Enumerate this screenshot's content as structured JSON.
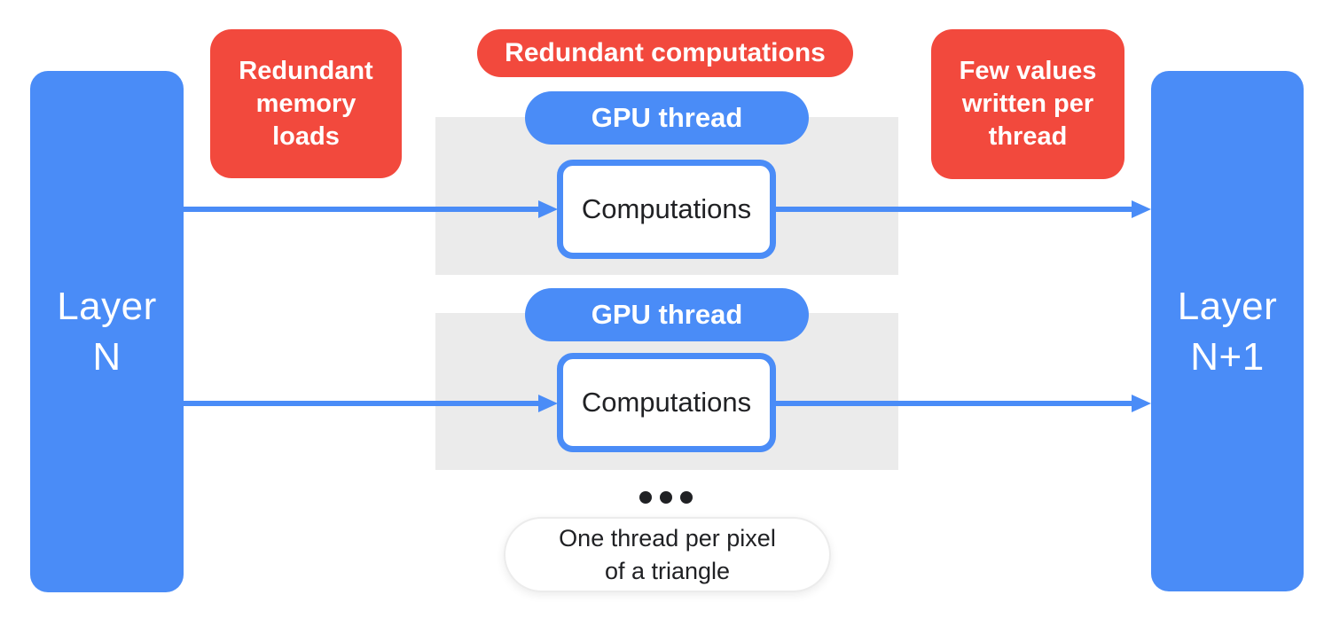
{
  "palette": {
    "blue": "#4A8CF7",
    "red": "#F2493D",
    "band_gray": "#EBEBEB",
    "text_dark": "#202124",
    "background": "#FFFFFF"
  },
  "layer_left": {
    "line1": "Layer",
    "line2": "N"
  },
  "layer_right": {
    "line1": "Layer",
    "line2": "N+1"
  },
  "callouts": {
    "memory": {
      "line1": "Redundant",
      "line2": "memory",
      "line3": "loads"
    },
    "compute": {
      "label": "Redundant computations"
    },
    "writes": {
      "line1": "Few values",
      "line2": "written per",
      "line3": "thread"
    }
  },
  "threads": [
    {
      "pill_label": "GPU thread",
      "box_label": "Computations"
    },
    {
      "pill_label": "GPU thread",
      "box_label": "Computations"
    }
  ],
  "ellipsis_dot_count": 3,
  "footnote": {
    "line1": "One thread per pixel",
    "line2": "of a triangle"
  }
}
